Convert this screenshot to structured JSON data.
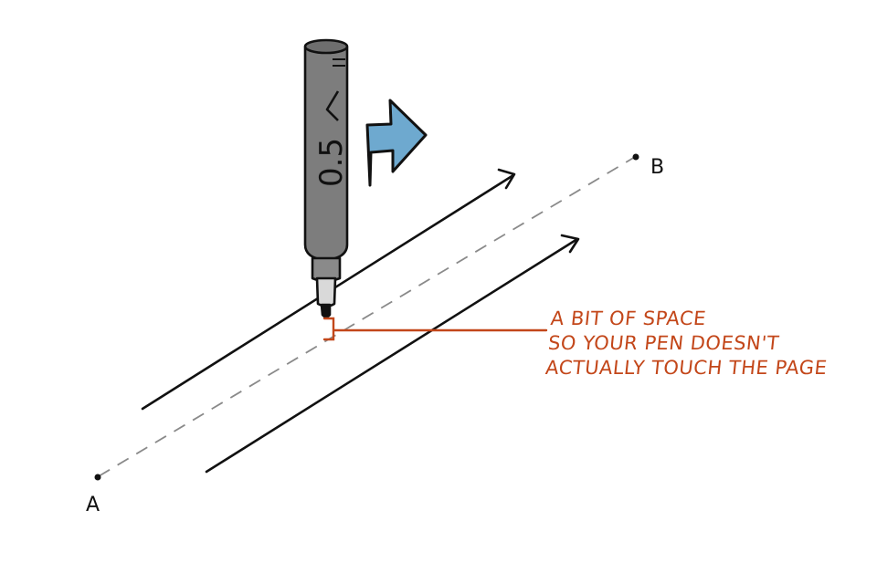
{
  "points": {
    "start": "A",
    "end": "B"
  },
  "pen": {
    "size_label": "0.5"
  },
  "annotation": {
    "lines": [
      "A BIT OF SPACE",
      "SO YOUR PEN DOESN'T",
      "ACTUALLY TOUCH THE PAGE"
    ]
  },
  "colors": {
    "ink": "#111111",
    "dashed_guide": "#8a8a8a",
    "annotation": "#c3471a",
    "arrow_fill": "#6ea9cf",
    "pen_body": "#7d7d7d"
  },
  "icons": {
    "direction": "right-arrow-icon"
  }
}
